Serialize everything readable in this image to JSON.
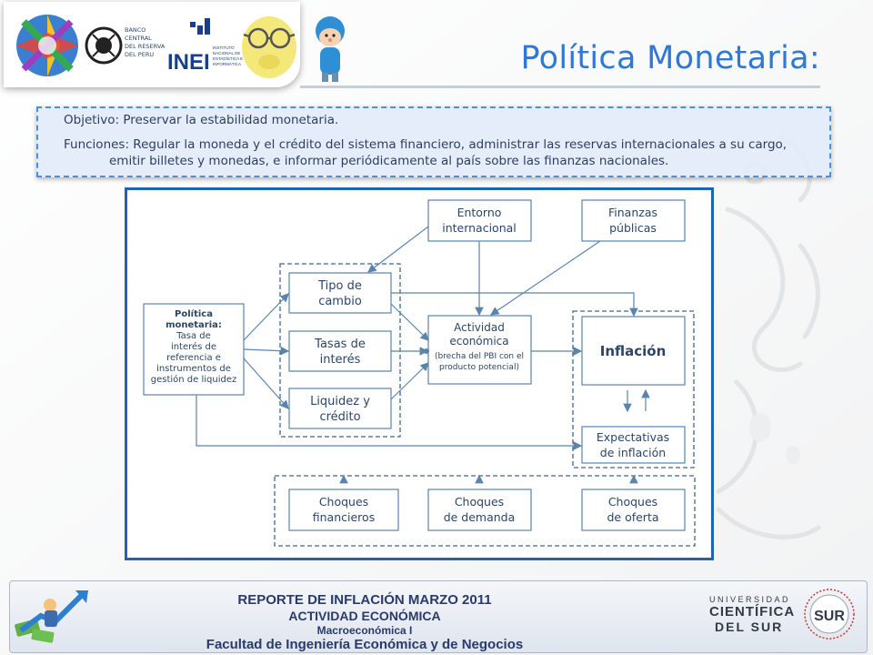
{
  "slide": {
    "title": "Política Monetaria:",
    "objective": "Objetivo: Preservar la estabilidad monetaria.",
    "functions_line1": "Funciones: Regular la moneda y el crédito del sistema financiero, administrar las reservas internacionales a su cargo,",
    "functions_line2": "emitir billetes y monedas, e informar periódicamente al país sobre las finanzas nacionales."
  },
  "logos": {
    "bcrp_text": [
      "BANCO",
      "CENTRAL",
      "DEL RESERVA",
      "DEL PERU"
    ],
    "inei_text": "INEI",
    "inei_sub": [
      "INSTITUTO",
      "NACIONAL DE",
      "ESTADÍSTICA E",
      "INFORMÁTICA"
    ]
  },
  "diagram": {
    "politica": [
      "Política",
      "monetaria:",
      "Tasa de",
      "interés de",
      "referencia e",
      "instrumentos de",
      "gestión de liquidez"
    ],
    "tipo_cambio": [
      "Tipo de",
      "cambio"
    ],
    "tasas_interes": [
      "Tasas de",
      "interés"
    ],
    "liquidez": [
      "Liquidez y",
      "crédito"
    ],
    "entorno": [
      "Entorno",
      "internacional"
    ],
    "finanzas": [
      "Finanzas",
      "públicas"
    ],
    "actividad": [
      "Actividad",
      "económica"
    ],
    "actividad_sub": [
      "(brecha del PBI con el",
      "producto potencial)"
    ],
    "inflacion": "Inflación",
    "expectativas": [
      "Expectativas",
      "de inflación"
    ],
    "choques_fin": [
      "Choques",
      "financieros"
    ],
    "choques_dem": [
      "Choques",
      "de demanda"
    ],
    "choques_ofe": [
      "Choques",
      "de oferta"
    ]
  },
  "footer": {
    "line1": "REPORTE DE INFLACIÓN MARZO 2011",
    "line2": "ACTIVIDAD ECONÓMICA",
    "line3": "Macroeconómica I",
    "line4": "Facultad de Ingeniería Económica y de Negocios",
    "uni1": "UNIVERSIDAD",
    "uni2": "CIENTÍFICA",
    "uni3": "DEL SUR",
    "sur": "SUR"
  },
  "colors": {
    "title": "#2f78d4",
    "diagram_border": "#1f62b6",
    "box_border": "#5b84ad",
    "arrow": "#5b84ad"
  }
}
